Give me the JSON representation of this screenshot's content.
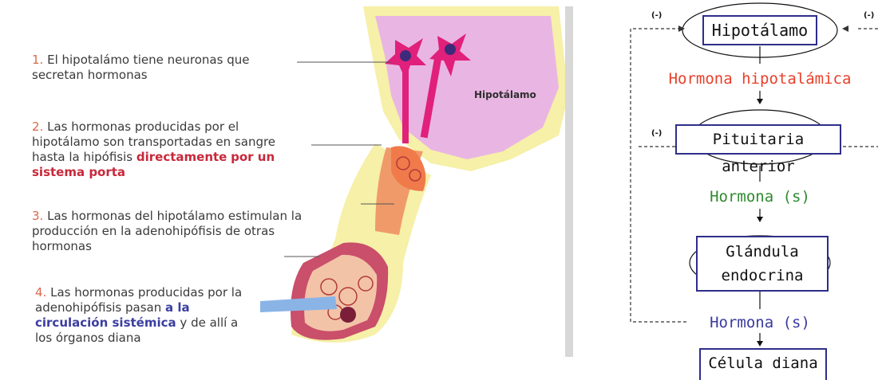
{
  "illustration": {
    "captions": [
      {
        "number": "1.",
        "text": "El hipotalámo tiene neuronas que secretan hormonas"
      },
      {
        "number": "2.",
        "text": "Las hormonas producidas por el hipotálamo son transportadas en sangre hasta la hipófisis",
        "highlight_red": "directamente",
        "after_red": "por un sistema porta"
      },
      {
        "number": "3.",
        "text": "Las hormonas del hipotálamo estimulan la producción en la adenohipófisis de otras hormonas"
      },
      {
        "number": "4.",
        "text": "Las hormonas producidas por la adenohipófisis pasan",
        "highlight_blue": "a la circulación sistémica",
        "after_blue": "y de allí a los órganos diana"
      }
    ],
    "region_label": "Hipotálamo"
  },
  "flowchart": {
    "nodes": [
      {
        "label": "Hipotálamo"
      },
      {
        "label": "Pituitaria anterior"
      },
      {
        "label": "Glándula endocrina"
      },
      {
        "label": "Célula diana"
      }
    ],
    "edges": [
      {
        "label": "Hormona hipotalámica",
        "color": "#e8402a"
      },
      {
        "label": "Hormona (s)",
        "color": "#2f8a2f"
      },
      {
        "label": "Hormona (s)",
        "color": "#3a3aa0"
      }
    ],
    "feedback_labels": [
      "(-)",
      "(-)",
      "(-)"
    ]
  },
  "colors": {
    "box_border": "#2e2e8a",
    "text_red": "#c8283a",
    "text_blue": "#3b3ea0"
  }
}
